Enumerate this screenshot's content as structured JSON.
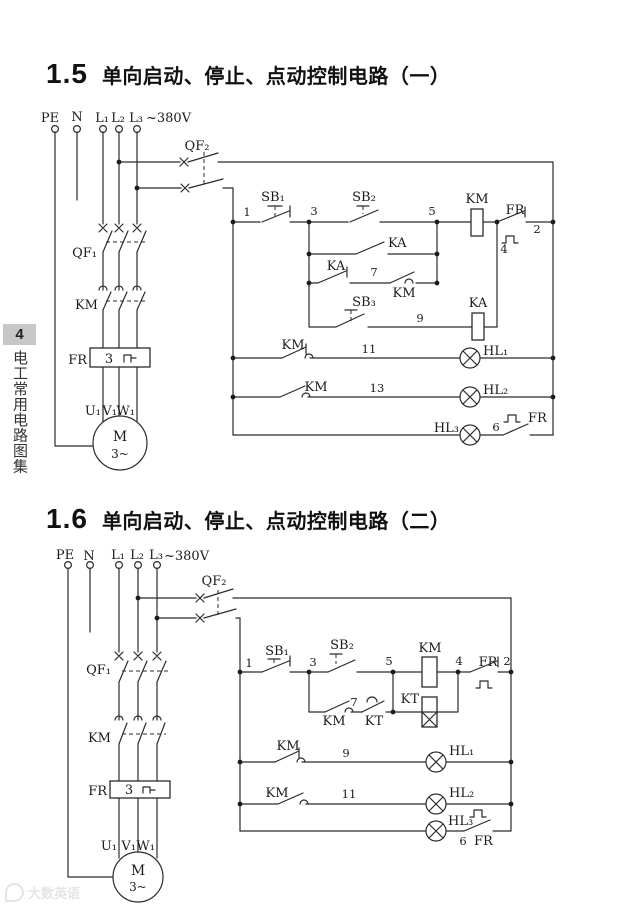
{
  "sidebar": {
    "page_number": "4",
    "book_title": "电工常用电路图集"
  },
  "sections": [
    {
      "number": "1.5",
      "title": "单向启动、停止、点动控制电路（一）"
    },
    {
      "number": "1.6",
      "title": "单向启动、停止、点动控制电路（二）"
    }
  ],
  "labels": {
    "pe": "PE",
    "n": "N",
    "l1": "L₁",
    "l2": "L₂",
    "l3": "L₃",
    "voltage": "~380V",
    "qf1": "QF₁",
    "qf2": "QF₂",
    "km": "KM",
    "ka": "KA",
    "kt": "KT",
    "fr": "FR",
    "sb1": "SB₁",
    "sb2": "SB₂",
    "sb3": "SB₃",
    "hl1": "HL₁",
    "hl2": "HL₂",
    "hl3": "HL₃",
    "u1": "U₁",
    "v1": "V₁",
    "w1": "W₁",
    "motor": "M",
    "motor_phase": "3~",
    "fr_box_number": "3"
  },
  "wire_numbers": {
    "n1": "1",
    "n2": "2",
    "n3": "3",
    "n4": "4",
    "n5": "5",
    "n6": "6",
    "n7": "7",
    "n9": "9",
    "n11": "11",
    "n13": "13"
  },
  "watermark": {
    "text": "大数英语"
  },
  "colors": {
    "ink": "#2b2b2b",
    "paper": "#ffffff",
    "tab_bg": "#c7c7c7"
  }
}
